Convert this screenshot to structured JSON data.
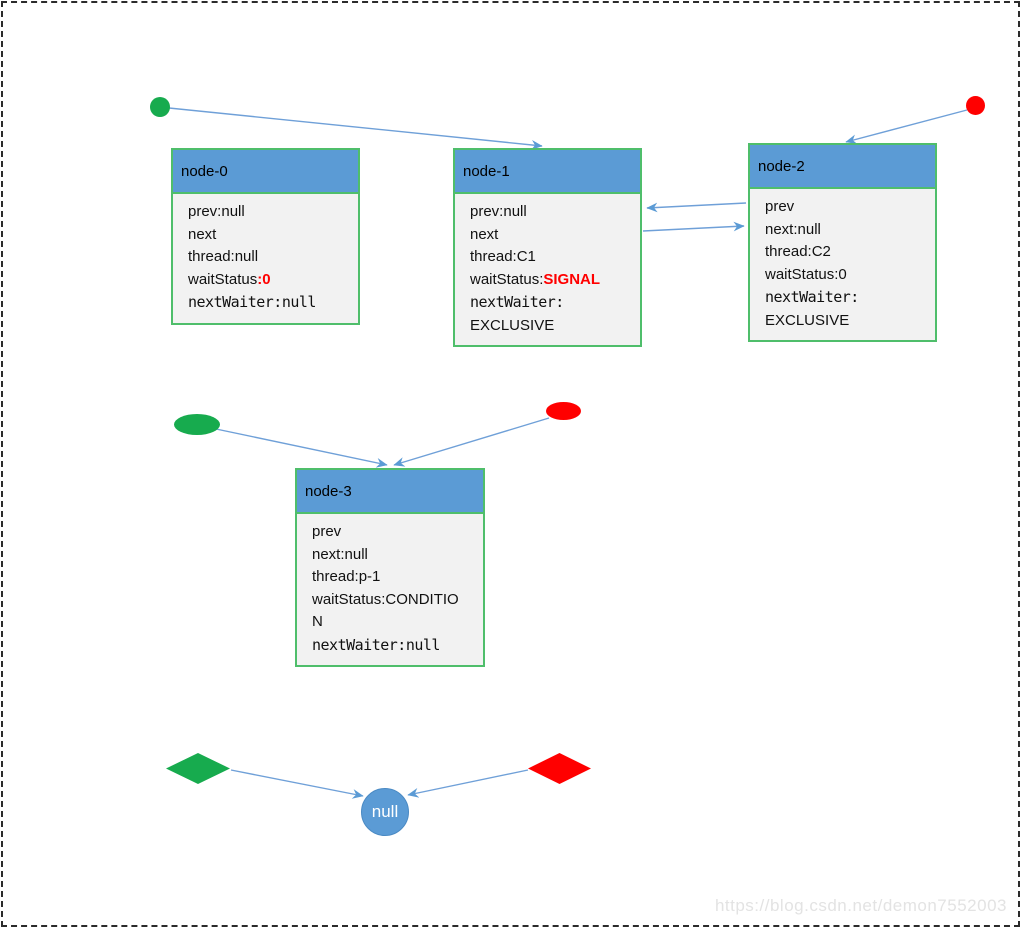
{
  "colors": {
    "node_header_blue": "#5B9BD5",
    "node_border_green": "#4FBE6B",
    "node_body_gray": "#F2F2F2",
    "connector_blue": "#5B9BD5",
    "marker_green": "#17AB4E",
    "marker_red": "#FF0000",
    "highlight_red_text": "#FF0000"
  },
  "nodes": [
    {
      "title": "node-0",
      "rows": [
        [
          {
            "t": "prev:null"
          }
        ],
        [
          {
            "t": "next"
          }
        ],
        [
          {
            "t": "thread:null"
          }
        ],
        [
          {
            "t": "waitStatus"
          },
          {
            "t": ":0",
            "red": true
          }
        ],
        [
          {
            "t": "nextWaiter:null",
            "mono": true
          }
        ]
      ]
    },
    {
      "title": "node-1",
      "rows": [
        [
          {
            "t": "prev:null"
          }
        ],
        [
          {
            "t": "next"
          }
        ],
        [
          {
            "t": "thread:C1"
          }
        ],
        [
          {
            "t": "waitStatus:"
          },
          {
            "t": "SIGNAL",
            "red": true
          }
        ],
        [
          {
            "t": "nextWaiter:",
            "mono": true
          }
        ],
        [
          {
            "t": "EXCLUSIVE"
          }
        ]
      ]
    },
    {
      "title": "node-2",
      "rows": [
        [
          {
            "t": "prev"
          }
        ],
        [
          {
            "t": "next:null"
          }
        ],
        [
          {
            "t": "thread:C2"
          }
        ],
        [
          {
            "t": "waitStatus:0"
          }
        ],
        [
          {
            "t": "nextWaiter:",
            "mono": true
          }
        ],
        [
          {
            "t": "EXCLUSIVE"
          }
        ]
      ]
    },
    {
      "title": "node-3",
      "rows": [
        [
          {
            "t": "prev"
          }
        ],
        [
          {
            "t": "next:null"
          }
        ],
        [
          {
            "t": "thread:p-1"
          }
        ],
        [
          {
            "t": "waitStatus:CONDITIO"
          }
        ],
        [
          {
            "t": "N"
          }
        ],
        [
          {
            "t": "nextWaiter:null",
            "mono": true
          }
        ]
      ]
    }
  ],
  "pointers": [
    {
      "name": "green-circle",
      "shape": "circle",
      "color": "#17AB4E"
    },
    {
      "name": "red-circle",
      "shape": "circle",
      "color": "#FF0000"
    },
    {
      "name": "green-ellipse",
      "shape": "ellipse",
      "color": "#17AB4E"
    },
    {
      "name": "red-ellipse",
      "shape": "ellipse",
      "color": "#FF0000"
    },
    {
      "name": "green-diamond",
      "shape": "diamond",
      "color": "#17AB4E"
    },
    {
      "name": "red-diamond",
      "shape": "diamond",
      "color": "#FF0000"
    }
  ],
  "null_node": {
    "label": "null"
  },
  "edges": [
    {
      "from": "green-circle",
      "to": "node-1"
    },
    {
      "from": "red-circle",
      "to": "node-2"
    },
    {
      "from": "node-2.prev",
      "to": "node-1"
    },
    {
      "from": "node-1.next",
      "to": "node-2"
    },
    {
      "from": "green-ellipse",
      "to": "node-3"
    },
    {
      "from": "red-ellipse",
      "to": "node-3"
    },
    {
      "from": "green-diamond",
      "to": "null"
    },
    {
      "from": "red-diamond",
      "to": "null"
    }
  ],
  "watermark": "https://blog.csdn.net/demon7552003"
}
